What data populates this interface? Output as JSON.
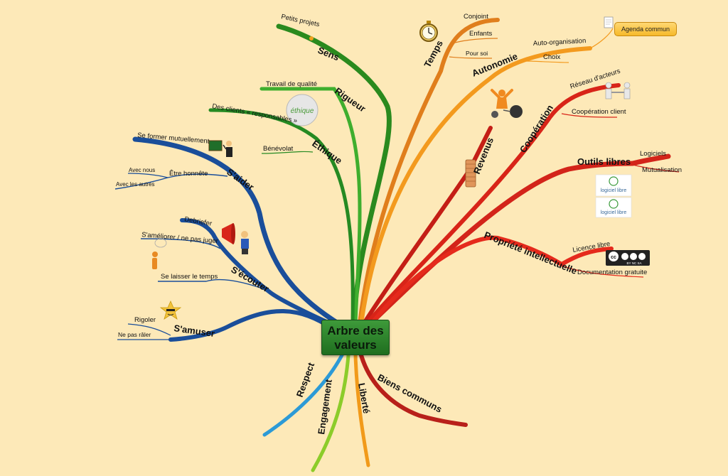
{
  "center": {
    "line1": "Arbre des",
    "line2": "valeurs"
  },
  "branches": {
    "sens": "Sens",
    "rigueur": "Rigueur",
    "ethique": "Éthique",
    "saider": "S'aider",
    "secouter": "S'écouter",
    "samuser": "S'amuser",
    "respect": "Respect",
    "engagement": "Engagement",
    "liberte": "Liberté",
    "biens_communs": "Biens communs",
    "temps": "Temps",
    "autonomie": "Autonomie",
    "revenus": "Revenus",
    "cooperation": "Coopération",
    "outils_libres": "Outils libres",
    "propriete": "Propriété intellectuelle"
  },
  "leaves": {
    "petits_projets": "Petits projets",
    "travail_qualite": "Travail de qualité",
    "clients_responsables": "Des clients « responsables »",
    "benevolat": "Bénévolat",
    "se_former": "Se former mutuellement",
    "etre_honnete": "Être honnête",
    "avec_nous": "Avec nous",
    "avec_les_autres": "Avec les autres",
    "debriefer": "Debriefer",
    "sameliorer": "S'améliorer / ne pas juger",
    "se_laisser": "Se laisser le temps",
    "rigoler": "Rigoler",
    "ne_pas_raler": "Ne pas râler",
    "conjoint": "Conjoint",
    "enfants": "Enfants",
    "pour_soi": "Pour soi",
    "auto_organisation": "Auto-organisation",
    "choix": "Choix",
    "agenda_commun": "Agenda commun",
    "reseau_acteurs": "Réseau d'acteurs",
    "cooperation_client": "Coopération client",
    "logiciels": "Logiciels",
    "mutualisation": "Mutualisation",
    "licence_libre": "Licence libre",
    "documentation_gratuite": "Documentation gratuite"
  },
  "logos": {
    "logiciel_libre_1": "logiciel libre",
    "logiciel_libre_2": "logiciel libre",
    "cc": "cc",
    "cc_terms": "BY  NC  SA",
    "ethique_word": "éthique"
  },
  "colors": {
    "background": "#fde9b8",
    "green_branch": "#2a8a1e",
    "blue_branch": "#1a4e9a",
    "orange_branch": "#ef8a1c",
    "red_branch": "#d32018",
    "center_box": "#2e8a2e"
  }
}
